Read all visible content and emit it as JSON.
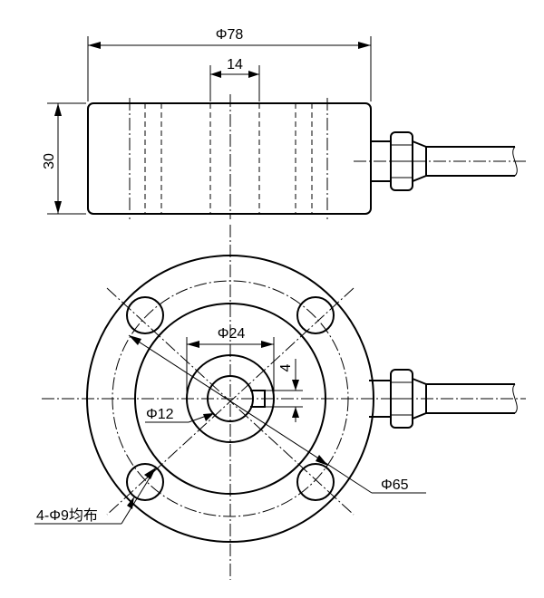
{
  "drawing": {
    "side_view": {
      "outer_diameter_label": "Φ78",
      "boss_width_label": "14",
      "height_label": "30"
    },
    "top_view": {
      "boss_diameter_label": "Φ24",
      "center_hole_label": "Φ12",
      "keyway_label": "4",
      "bolt_circle_label": "Φ65",
      "mounting_holes_label": "4-Φ9均布"
    }
  }
}
